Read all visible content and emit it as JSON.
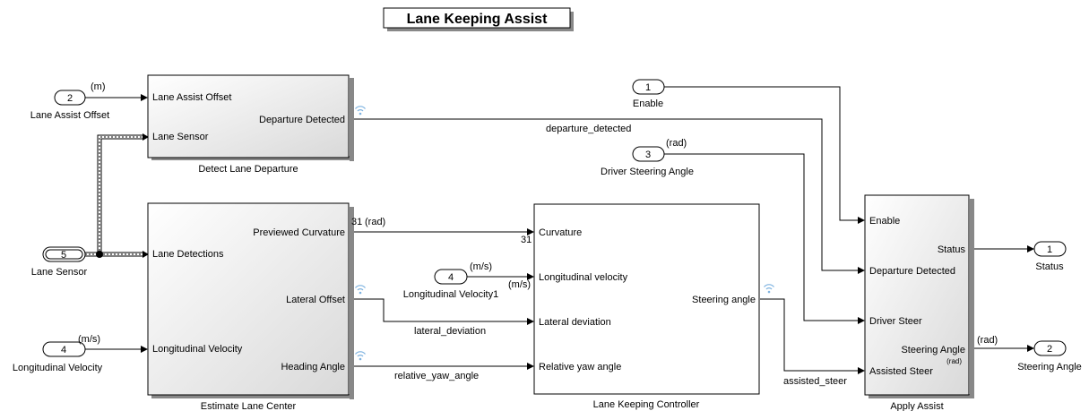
{
  "title": "Lane Keeping Assist",
  "inports": [
    {
      "num": "2",
      "name": "Lane Assist Offset",
      "unit": "(m)"
    },
    {
      "num": "5",
      "name": "Lane Sensor",
      "unit": ""
    },
    {
      "num": "4",
      "name": "Longitudinal Velocity",
      "unit": "(m/s)"
    },
    {
      "num": "1",
      "name": "Enable",
      "unit": ""
    },
    {
      "num": "3",
      "name": "Driver Steering Angle",
      "unit": "(rad)"
    },
    {
      "num": "4",
      "name": "Longitudinal Velocity1",
      "unit": "(m/s)"
    }
  ],
  "outports": [
    {
      "num": "1",
      "name": "Status"
    },
    {
      "num": "2",
      "name": "Steering Angle",
      "unit": "(rad)"
    }
  ],
  "blocks": {
    "detect": {
      "name": "Detect Lane Departure",
      "inputs": [
        "Lane Assist Offset",
        "Lane Sensor"
      ],
      "outputs": [
        "Departure Detected"
      ]
    },
    "estimate": {
      "name": "Estimate Lane Center",
      "inputs": [
        "Lane Detections",
        "Longitudinal Velocity"
      ],
      "outputs": [
        "Previewed Curvature",
        "Lateral Offset",
        "Heading Angle"
      ]
    },
    "controller": {
      "name": "Lane Keeping Controller",
      "inputs": [
        "Curvature",
        "Longitudinal velocity",
        "Lateral deviation",
        "Relative yaw angle"
      ],
      "outputs": [
        "Steering angle"
      ]
    },
    "apply": {
      "name": "Apply Assist",
      "inputs": [
        "Enable",
        "Departure Detected",
        "Driver Steer",
        "Assisted Steer"
      ],
      "outputs": [
        "Status",
        "Steering Angle"
      ],
      "output_unit": "(rad)"
    }
  },
  "signals": {
    "departure_detected": "departure_detected",
    "lateral_deviation": "lateral_deviation",
    "relative_yaw_angle": "relative_yaw_angle",
    "assisted_steer": "assisted_steer",
    "curvature_dim": "31",
    "curvature_unit": "(rad)",
    "curvature_dim2": "31",
    "velocity_unit": "(m/s)"
  }
}
